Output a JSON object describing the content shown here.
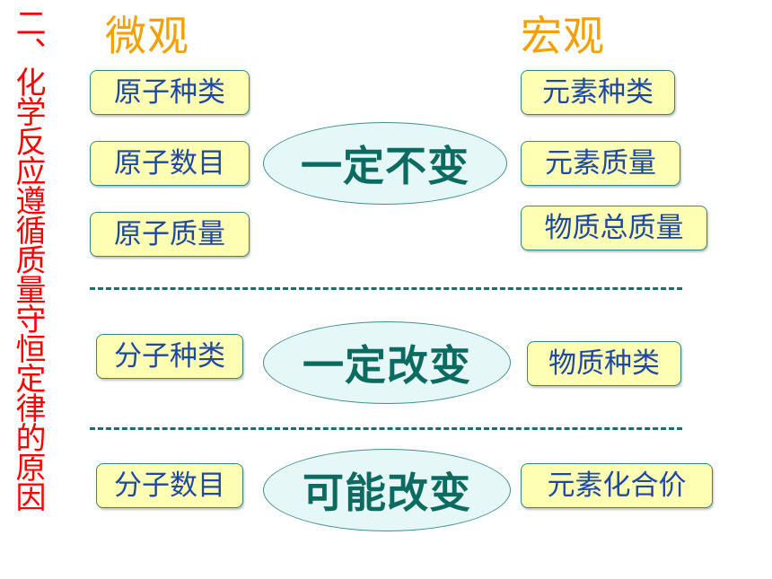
{
  "side_title": "二、化学反应遵循质量守恒定律的原因",
  "headings": {
    "micro": "微观",
    "macro": "宏观"
  },
  "section_unchanged": {
    "label": "一定不变",
    "micro_items": [
      "原子种类",
      "原子数目",
      "原子质量"
    ],
    "macro_items": [
      "元素种类",
      "元素质量",
      "物质总质量"
    ]
  },
  "section_changed": {
    "label": "一定改变",
    "micro_items": [
      "分子种类"
    ],
    "macro_items": [
      "物质种类"
    ]
  },
  "section_maybe": {
    "label": "可能改变",
    "micro_items": [
      "分子数目"
    ],
    "macro_items": [
      "元素化合价"
    ]
  },
  "colors": {
    "side_title": "#ff0000",
    "heading": "#f5a000",
    "box_fill": "#ffffb3",
    "box_text": "#1d48a6",
    "oval_fill": "#e6f7f7",
    "oval_text": "#0b6b60"
  }
}
